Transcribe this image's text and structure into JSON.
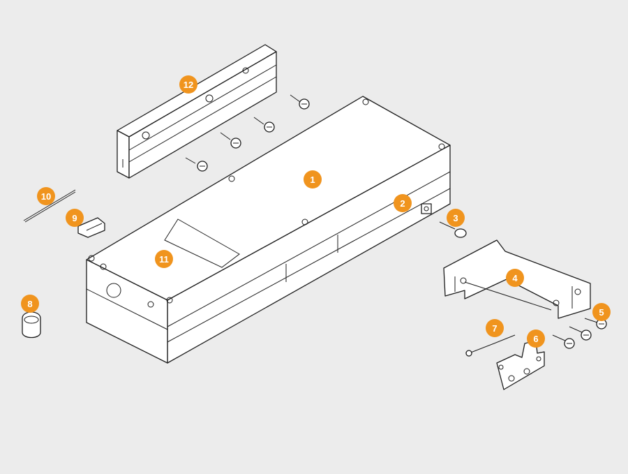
{
  "theme": {
    "background": "#ececec",
    "badge_color": "#f0941e",
    "line_color": "#1c1c1c"
  },
  "callouts": [
    {
      "id": "callout-1",
      "label": "1"
    },
    {
      "id": "callout-2",
      "label": "2"
    },
    {
      "id": "callout-3",
      "label": "3"
    },
    {
      "id": "callout-4",
      "label": "4"
    },
    {
      "id": "callout-5",
      "label": "5"
    },
    {
      "id": "callout-6",
      "label": "6"
    },
    {
      "id": "callout-7",
      "label": "7"
    },
    {
      "id": "callout-8",
      "label": "8"
    },
    {
      "id": "callout-9",
      "label": "9"
    },
    {
      "id": "callout-10",
      "label": "10"
    },
    {
      "id": "callout-11",
      "label": "11"
    },
    {
      "id": "callout-12",
      "label": "12"
    }
  ]
}
